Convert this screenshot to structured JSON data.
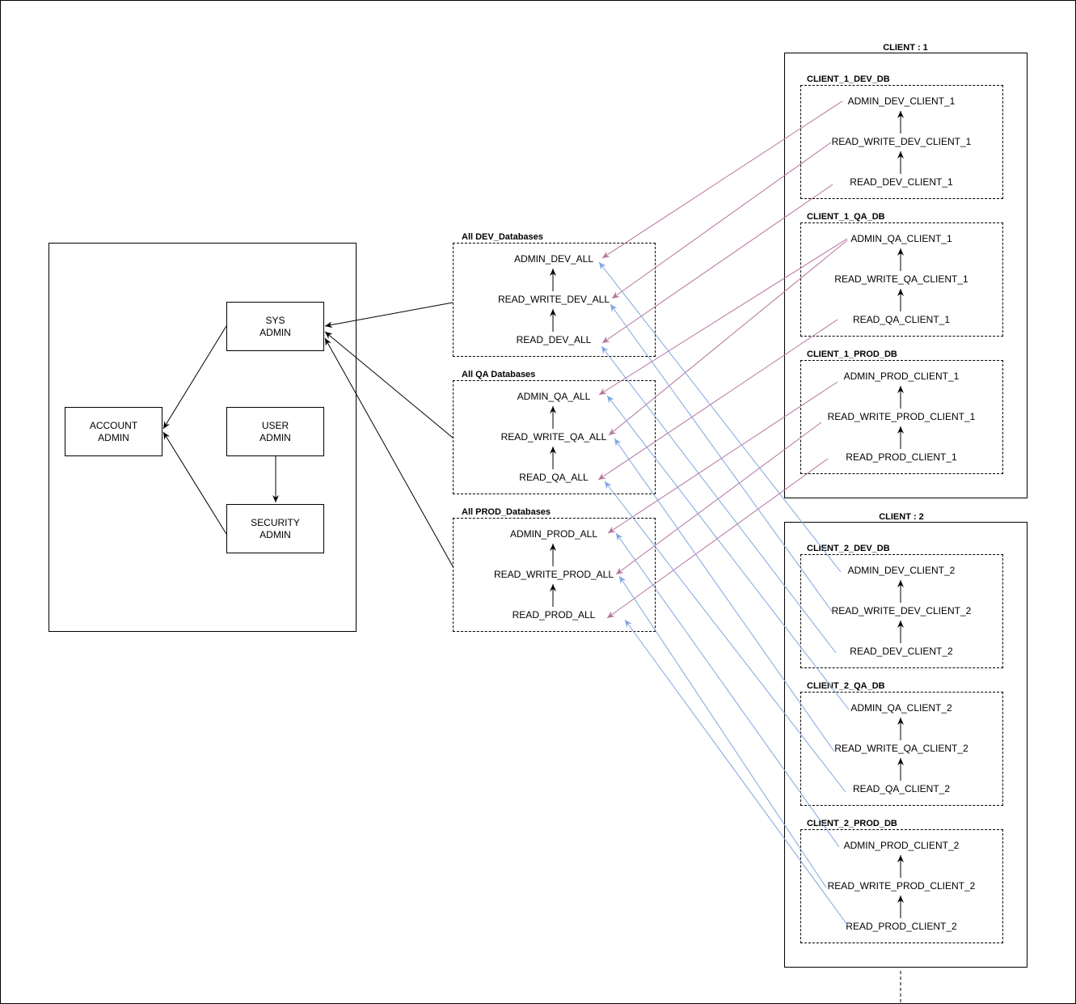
{
  "colors": {
    "line": "#000000",
    "pink": "#b5739d",
    "blue": "#7ea6e0"
  },
  "left_group": {
    "sys_admin": [
      "SYS",
      "ADMIN"
    ],
    "account_admin": [
      "ACCOUNT",
      "ADMIN"
    ],
    "user_admin": [
      "USER",
      "ADMIN"
    ],
    "security_admin": [
      "SECURITY",
      "ADMIN"
    ]
  },
  "all_groups": {
    "dev": {
      "title": "All DEV_Databases",
      "roles": [
        "ADMIN_DEV_ALL",
        "READ_WRITE_DEV_ALL",
        "READ_DEV_ALL"
      ]
    },
    "qa": {
      "title": "All QA Databases",
      "roles": [
        "ADMIN_QA_ALL",
        "READ_WRITE_QA_ALL",
        "READ_QA_ALL"
      ]
    },
    "prod": {
      "title": "All PROD_Databases",
      "roles": [
        "ADMIN_PROD_ALL",
        "READ_WRITE_PROD_ALL",
        "READ_PROD_ALL"
      ]
    }
  },
  "client1": {
    "title": "CLIENT : 1",
    "dev": {
      "title": "CLIENT_1_DEV_DB",
      "roles": [
        "ADMIN_DEV_CLIENT_1",
        "READ_WRITE_DEV_CLIENT_1",
        "READ_DEV_CLIENT_1"
      ]
    },
    "qa": {
      "title": "CLIENT_1_QA_DB",
      "roles": [
        "ADMIN_QA_CLIENT_1",
        "READ_WRITE_QA_CLIENT_1",
        "READ_QA_CLIENT_1"
      ]
    },
    "prod": {
      "title": "CLIENT_1_PROD_DB",
      "roles": [
        "ADMIN_PROD_CLIENT_1",
        "READ_WRITE_PROD_CLIENT_1",
        "READ_PROD_CLIENT_1"
      ]
    }
  },
  "client2": {
    "title": "CLIENT : 2",
    "dev": {
      "title": "CLIENT_2_DEV_DB",
      "roles": [
        "ADMIN_DEV_CLIENT_2",
        "READ_WRITE_DEV_CLIENT_2",
        "READ_DEV_CLIENT_2"
      ]
    },
    "qa": {
      "title": "CLIENT_2_QA_DB",
      "roles": [
        "ADMIN_QA_CLIENT_2",
        "READ_WRITE_QA_CLIENT_2",
        "READ_QA_CLIENT_2"
      ]
    },
    "prod": {
      "title": "CLIENT_2_PROD_DB",
      "roles": [
        "ADMIN_PROD_CLIENT_2",
        "READ_WRITE_PROD_CLIENT_2",
        "READ_PROD_CLIENT_2"
      ]
    }
  }
}
